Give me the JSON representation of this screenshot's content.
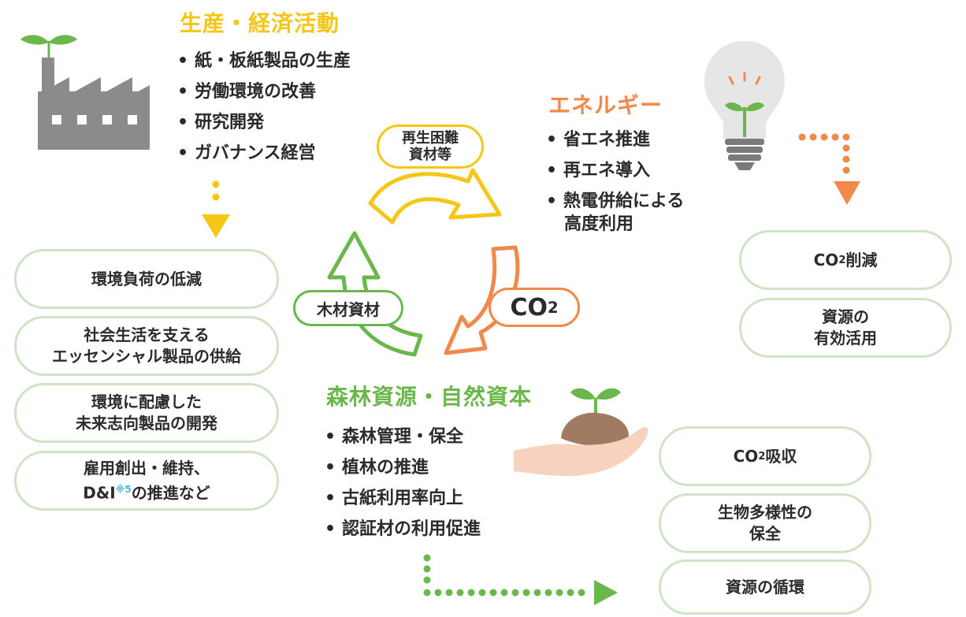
{
  "colors": {
    "yellow": "#f5c518",
    "orange": "#f0894a",
    "green": "#6ab84c",
    "light_green": "#cfe3c6",
    "grey": "#8c8a8a",
    "footnote_blue": "#4fb3e0"
  },
  "production": {
    "heading": "生産・経済活動",
    "items": [
      "紙・板紙製品の生産",
      "労働環境の改善",
      "研究開発",
      "ガバナンス経営"
    ]
  },
  "energy": {
    "heading": "エネルギー",
    "items": [
      "省エネ推進",
      "再エネ導入",
      "熱電併給による",
      "高度利用"
    ]
  },
  "forest": {
    "heading": "森林資源・自然資本",
    "items": [
      "森林管理・保全",
      "植林の推進",
      "古紙利用率向上",
      "認証材の利用促進"
    ]
  },
  "cycle": {
    "top_label_line1": "再生困難",
    "top_label_line2": "資材等",
    "right_label_prefix": "CO",
    "right_label_sub": "2",
    "left_label": "木材資材"
  },
  "left_boxes": [
    {
      "line1": "環境負荷の低減",
      "line2": ""
    },
    {
      "line1": "社会生活を支える",
      "line2": "エッセンシャル製品の供給"
    },
    {
      "line1": "環境に配慮した",
      "line2": "未来志向製品の開発"
    },
    {
      "line1": "雇用創出・維持、",
      "line2_prefix": "D&I",
      "footnote": "※5",
      "line2_suffix": "の推進など"
    }
  ],
  "right_top_boxes": [
    {
      "prefix": "CO",
      "sub": "2",
      "suffix": "削減"
    },
    {
      "line1": "資源の",
      "line2": "有効活用"
    }
  ],
  "right_bottom_boxes": [
    {
      "prefix": "CO",
      "sub": "2",
      "suffix": "吸収"
    },
    {
      "line1": "生物多様性の",
      "line2": "保全"
    },
    {
      "line1": "資源の循環",
      "line2": ""
    }
  ],
  "icons": [
    "factory-with-sprout-icon",
    "lightbulb-with-sprout-icon",
    "hand-with-seedling-icon"
  ]
}
